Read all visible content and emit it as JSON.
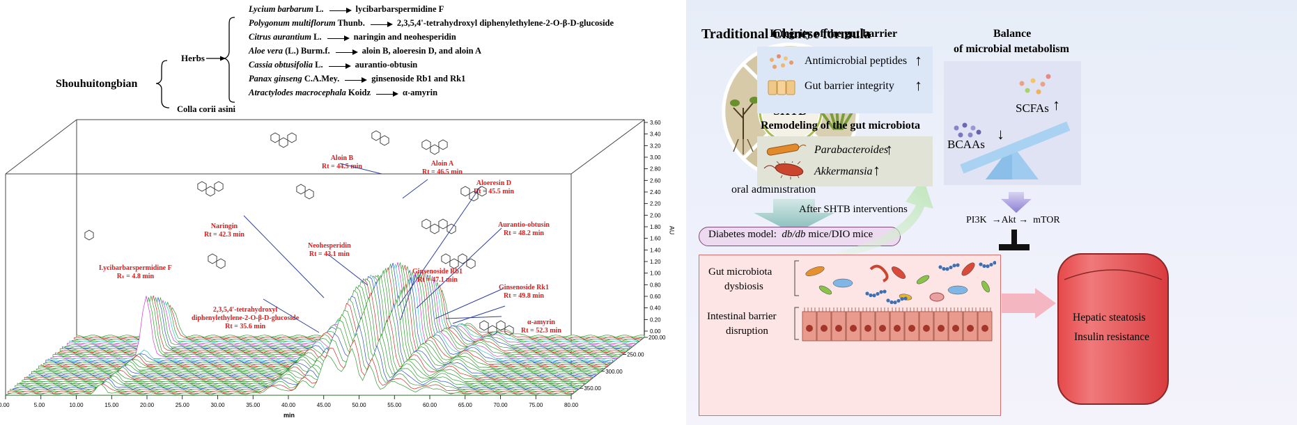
{
  "left": {
    "root": "Shouhuitongbian",
    "herbs_label": "Herbs",
    "colla": "Colla corii asini",
    "herbs": [
      {
        "latin": "Lycium barbarum",
        "author": " L.",
        "compound": "lycibarbarspermidine  F"
      },
      {
        "latin": "Polygonum multiflorum",
        "author": " Thunb.",
        "compound": "2,3,5,4'-tetrahydroxyl diphenylethylene-2-O-β-D-glucoside"
      },
      {
        "latin": "Citrus aurantium",
        "author": " L.",
        "compound": "naringin and neohesperidin"
      },
      {
        "latin": "Aloe vera",
        "author": " (L.) Burm.f.",
        "compound": "aloin B, aloeresin D, and  aloin A"
      },
      {
        "latin": "Cassia obtusifolia",
        "author": " L.",
        "compound": "aurantio-obtusin"
      },
      {
        "latin": "Panax ginseng",
        "author": " C.A.Mey.",
        "compound": "ginsenoside Rb1 and Rk1"
      },
      {
        "latin": "Atractylodes macrocephala",
        "author": " Koidz",
        "compound": "α-amyrin"
      }
    ],
    "peaks": [
      {
        "name": "Lycibarbarspermidine  F",
        "rt": "Rₜ = 4.8 min"
      },
      {
        "name": "2,3,5,4'-tetrahydroxyl",
        "name2": "diphenylethylene-2-O-β-D-glucoside",
        "rt": "Rt = 35.6 min"
      },
      {
        "name": "Naringin",
        "rt": "Rt = 42.3 min"
      },
      {
        "name": "Neohesperidin",
        "rt": "Rt = 43.1 min"
      },
      {
        "name": "Aloin B",
        "rt": "Rt = 44.5 min"
      },
      {
        "name": "Aloin A",
        "rt": "Rt = 46.5 min"
      },
      {
        "name": "Aloeresin D",
        "rt": "Rt = 45.5 min"
      },
      {
        "name": "Aurantio-obtusin",
        "rt": "Rt = 48.2 min"
      },
      {
        "name": "Ginsenoside Rb1",
        "rt": "Rt = 47.1 min"
      },
      {
        "name": "Ginsenoside Rk1",
        "rt": "Rt = 49.8 min"
      },
      {
        "name": "α-amyrin",
        "rt": "Rt = 52.3 min"
      }
    ],
    "x_ticks": [
      "0.00",
      "5.00",
      "10.00",
      "15.00",
      "20.00",
      "25.00",
      "30.00",
      "35.00",
      "40.00",
      "45.00",
      "50.00",
      "55.00",
      "60.00",
      "65.00",
      "70.00",
      "75.00",
      "80.00"
    ],
    "xlabel": "min",
    "y_ticks": [
      "3.60",
      "3.40",
      "3.20",
      "3.00",
      "2.80",
      "2.60",
      "2.40",
      "2.20",
      "2.00",
      "1.80",
      "1.60",
      "1.40",
      "1.20",
      "1.00",
      "0.80",
      "0.60",
      "0.40",
      "0.20",
      "0.00"
    ],
    "ylabel": "AU",
    "z_ticks": [
      "200.00",
      "250.00",
      "300.00",
      "350.00"
    ]
  },
  "right": {
    "tcf_title": "Traditional Chinese formula",
    "shtb": "SHTB",
    "oral": "oral administration",
    "model_prefix": "Diabetes model:",
    "model_italic": "db/db",
    "model_suffix": " mice/DIO mice",
    "integrity_title": "Integrity of the gut barrier",
    "amp": "Antimicrobial peptides",
    "gbi": "Gut barrier integrity",
    "remodel_title": "Remodeling of the gut microbiota",
    "parab": "Parabacteroides",
    "akker": "Akkermansia",
    "after": "After SHTB interventions",
    "balance_title1": "Balance",
    "balance_title2": "of microbial metabolism",
    "scfas": "SCFAs",
    "bcaas": "BCAAs",
    "pathway": [
      "PI3K",
      "Akt",
      "mTOR"
    ],
    "dysbiosis1": "Gut microbiota",
    "dysbiosis2": "dysbiosis",
    "barrier1": "Intestinal barrier",
    "barrier2": "disruption",
    "outcome1": "Hepatic steatosis",
    "outcome2": "Insulin resistance",
    "up_arrow": "↑",
    "down_arrow": "↓",
    "right_arrow": "→"
  }
}
